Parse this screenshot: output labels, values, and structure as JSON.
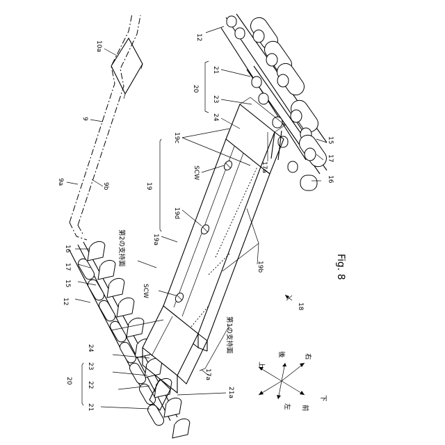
{
  "figure": {
    "caption": "Fig. 8",
    "labels": {
      "n12_right": "12",
      "n10a": "10a",
      "n21_right": "21",
      "n20_right": "20",
      "n23_right": "23",
      "n24_right": "24",
      "n9": "9",
      "n19c": "19c",
      "n15_right": "15",
      "n17a_right": "17a",
      "n17_right": "17",
      "n16_right": "16",
      "n9a": "9a",
      "n9b": "9b",
      "scw_upper": "SCW",
      "n19": "19",
      "n19d": "19d",
      "n19a": "19a",
      "n19b": "19b",
      "n16_left": "16",
      "n17_left": "17",
      "n15_left": "15",
      "n12_left": "12",
      "scw_lower": "SCW",
      "n18": "18",
      "n24_left": "24",
      "n23_left": "23",
      "n22": "22",
      "n20_left": "20",
      "n21_left": "21",
      "n17a_left": "17a",
      "n21a": "21a"
    },
    "callouts": {
      "second_support_surface": "第2の支持面",
      "first_support_surface": "第1の支持面"
    },
    "directions": {
      "up": "上",
      "back": "後",
      "right": "右",
      "down": "下",
      "left": "左",
      "front": "前"
    }
  }
}
